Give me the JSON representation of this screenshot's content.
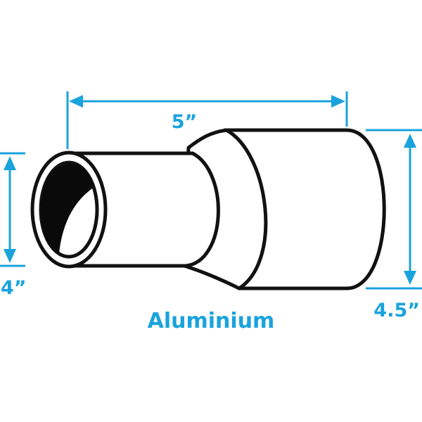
{
  "colors": {
    "dimension": "#1aa3dc",
    "outline": "#111111",
    "fill": "#ffffff",
    "interior": "#0a0a0a"
  },
  "dimensions": {
    "length": "5”",
    "inlet": "4”",
    "outlet": "4.5”"
  },
  "material": "Aluminium"
}
